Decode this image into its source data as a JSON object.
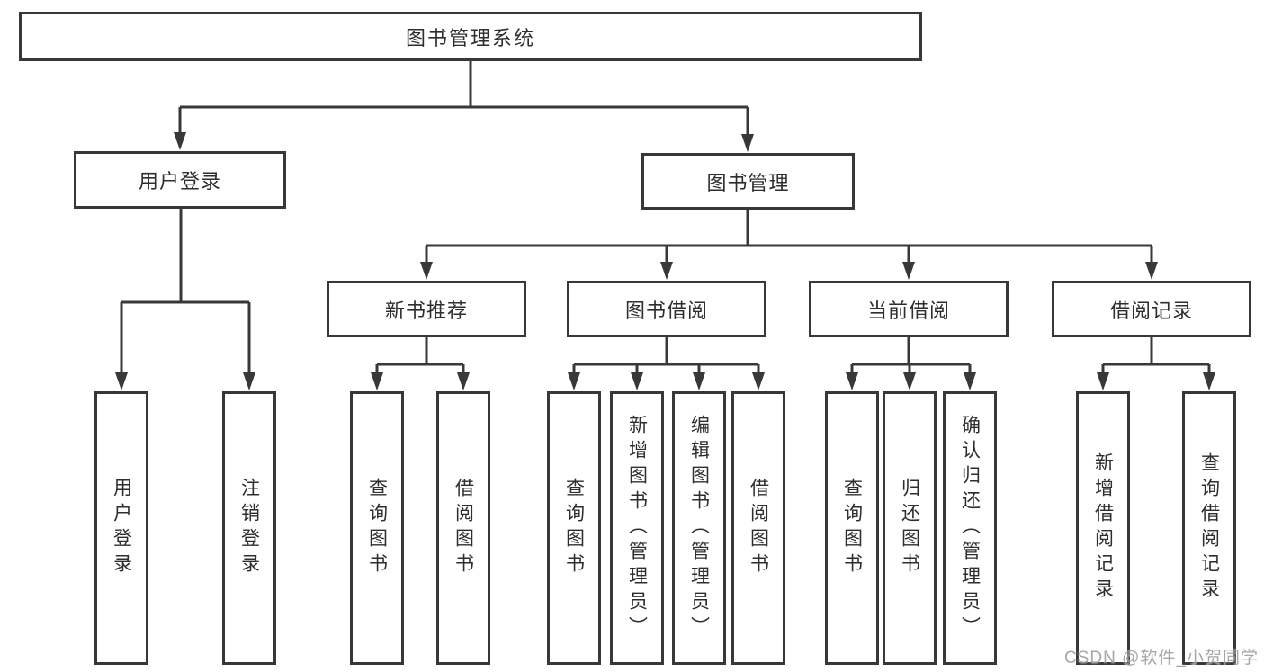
{
  "diagram": {
    "tree": {
      "label": "图书管理系统",
      "children": [
        {
          "label": "用户登录",
          "children": [
            {
              "label": "用户登录"
            },
            {
              "label": "注销登录"
            }
          ]
        },
        {
          "label": "图书管理",
          "children": [
            {
              "label": "新书推荐",
              "children": [
                {
                  "label": "查询图书"
                },
                {
                  "label": "借阅图书"
                }
              ]
            },
            {
              "label": "图书借阅",
              "children": [
                {
                  "label": "查询图书"
                },
                {
                  "label": "新增图书（管理员）"
                },
                {
                  "label": "编辑图书（管理员）"
                },
                {
                  "label": "借阅图书"
                }
              ]
            },
            {
              "label": "当前借阅",
              "children": [
                {
                  "label": "查询图书"
                },
                {
                  "label": "归还图书"
                },
                {
                  "label": "确认归还（管理员）"
                }
              ]
            },
            {
              "label": "借阅记录",
              "children": [
                {
                  "label": "新增借阅记录"
                },
                {
                  "label": "查询借阅记录"
                }
              ]
            }
          ]
        }
      ]
    },
    "watermark": "CSDN @软件_小贺同学",
    "colors": {
      "line": "#383838",
      "box_border": "#383838",
      "box_fill": "#ffffff",
      "text": "#2e2e2e",
      "watermark": "#999999"
    }
  }
}
